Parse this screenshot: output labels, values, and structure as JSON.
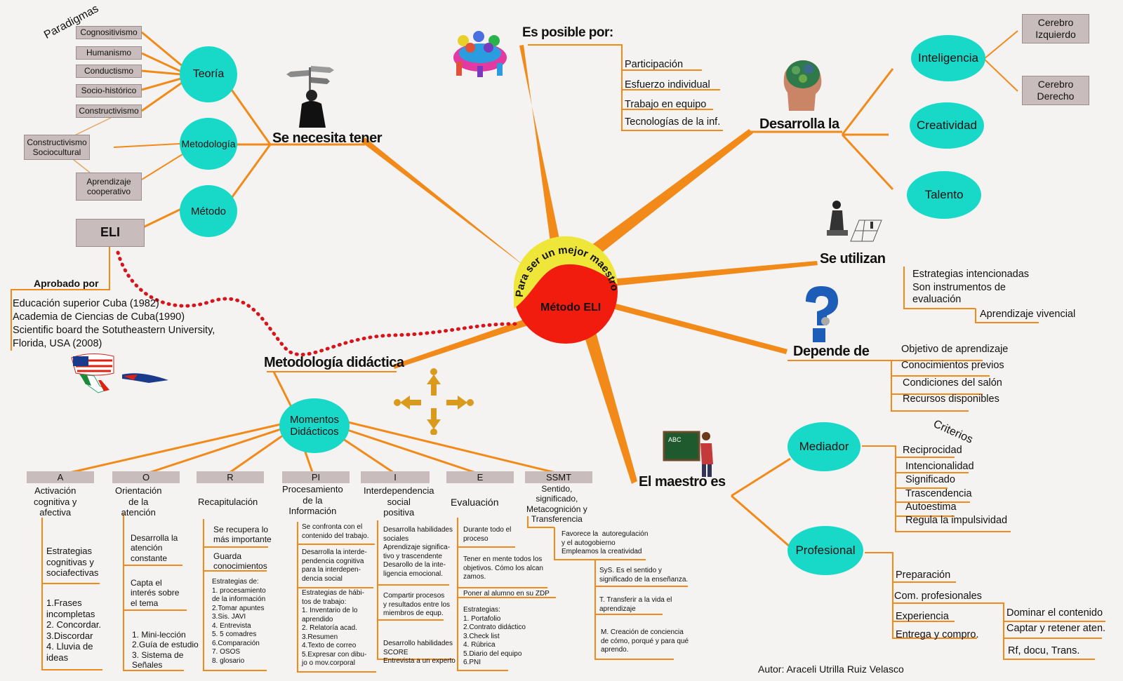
{
  "center": {
    "arc_text": "Para ser un mejor maestro",
    "label": "Método ELI"
  },
  "paradigmas": {
    "title": "Paradigmas",
    "items": [
      "Cognositivismo",
      "Humanismo",
      "Conductismo",
      "Socio-histórico",
      "Constructivismo"
    ]
  },
  "necesita": {
    "heading": "Se necesita tener",
    "teoria": "Teoría",
    "metodologia": "Metodología",
    "metodo": "Método",
    "constructivismo_soc": "Constructivismo\nSociocultural",
    "aprendizaje_coop": "Aprendizaje\ncooperativo",
    "eli": "ELI"
  },
  "aprobado": {
    "heading": "Aprobado por",
    "lines": [
      "Educación superior Cuba (1982)",
      "Academia de Ciencias de Cuba(1990)",
      "Scientific board the Sotutheastern University,",
      "Florida, USA (2008)"
    ]
  },
  "posible": {
    "heading": "Es posible por:",
    "items": [
      "Participación",
      "Esfuerzo individual",
      "Trabajo en equipo",
      "Tecnologías de la inf."
    ]
  },
  "desarrolla": {
    "heading": "Desarrolla la",
    "inteligencia": "Inteligencia",
    "creatividad": "Creatividad",
    "talento": "Talento",
    "cerebro_izq": "Cerebro\nIzquierdo",
    "cerebro_der": "Cerebro\nDerecho"
  },
  "utilizan": {
    "heading": "Se utilizan",
    "items": [
      "Estrategias intencionadas",
      "Son instrumentos de\nevaluación",
      "Aprendizaje vivencial"
    ]
  },
  "depende": {
    "heading": "Depende de",
    "items": [
      "Objetivo de aprendizaje",
      "Conocimientos previos",
      "Condiciones del salón",
      "Recursos disponibles"
    ]
  },
  "maestro": {
    "heading": "El maestro es",
    "mediador": "Mediador",
    "profesional": "Profesional",
    "criterios_title": "Criterios",
    "criterios": [
      "Reciprocidad",
      "Intencionalidad",
      "Significado",
      "Trascendencia",
      "Autoestima",
      "Regula la impulsividad"
    ],
    "prof_items": [
      "Preparación",
      "Com. profesionales",
      "Experiencia",
      "Entrega y compro."
    ],
    "prof_sub": [
      "Dominar el contenido",
      "Captar y retener aten.",
      "Rf, docu, Trans."
    ]
  },
  "metodologia_didactica": {
    "heading": "Metodología  didáctica",
    "momentos": "Momentos\nDidácticos"
  },
  "columns": [
    {
      "letter": "A",
      "title": "Activación\ncognitiva y\nafectiva",
      "texts": [
        "Estrategias\ncognitivas y\nsociafectivas",
        "1.Frases\nincompletas\n2. Concordar.\n3.Discordar\n4. Lluvia de\nideas"
      ]
    },
    {
      "letter": "O",
      "title": "Orientación\nde la\natención",
      "texts": [
        "Desarrolla la\natención\nconstante",
        "Capta el\ninterés sobre\nel tema",
        "1. Mini-lección\n2.Guía de estudio\n3. Sistema de\nSeñales"
      ]
    },
    {
      "letter": "R",
      "title": "Recapitulación",
      "texts": [
        "Se recupera lo\nmás importante",
        "Guarda\nconocimientos",
        "Estrategias de:\n1. procesamiento\nde la información\n2.Tomar apuntes\n3.Sis. JAVI\n4. Entrevista\n5. 5 comadres\n6.Comparación\n7. OSOS\n8. glosario"
      ]
    },
    {
      "letter": "PI",
      "title": "Procesamiento\nde la\nInformación",
      "texts": [
        "Se confronta con el\ncontenido del trabajo.",
        "Desarrolla la interde-\npendencia cognitiva\npara la interdepen-\ndencia social",
        "Estrategias de hábi-\ntos de trabajo:\n1. Inventario de lo\naprendido\n2. Relatoría acad.\n3.Resumen\n4.Texto de correo\n5.Expresar con dibu-\njo o mov.corporal"
      ]
    },
    {
      "letter": "I",
      "title": "Interdependencia\nsocial\npositiva",
      "texts": [
        "Desarrolla habilidades\nsociales\nAprendizaje significa-\ntivo y trascendente\nDesarollo de la inte-\nligencia emocional.",
        "Compartir procesos\ny resultados entre los\nmiembros de equp.",
        "Desarrollo habilidades\nSCORE\nEntrevista a un experto"
      ]
    },
    {
      "letter": "E",
      "title": "Evaluación",
      "texts": [
        "Durante todo el\nproceso",
        "Tener en mente todos los\nobjetivos. Cómo los alcan\nzamos.",
        "Poner al alumno en su ZDP",
        "Estrategias:\n1. Portafolio\n2.Contrato didáctico\n3.Check list\n4. Rúbrica\n5.Diario del equipo\n6.PNI"
      ]
    },
    {
      "letter": "SSMT",
      "title": "Sentido,\nsignificado,\nMetacognición y\nTransferencia",
      "texts": [
        "Favorece la  autoregulación\ny el autogobierno\nEmpleamos la creatividad",
        "SyS. Es el sentido y\nsignificado de la enseñanza.",
        "T. Transferir a la vida el\naprendizaje",
        "M. Creación de conciencia\nde cómo, porqué y para qué\naprendo."
      ]
    }
  ],
  "author": "Autor: Araceli Utrilla Ruiz Velasco",
  "colors": {
    "branch": "#f28a1a",
    "bubble": "#18d8c8",
    "center_red": "#f21c0e",
    "center_yellow": "#efe63a",
    "dots": "#d8131a",
    "grey_box": "#c9bcbc"
  }
}
